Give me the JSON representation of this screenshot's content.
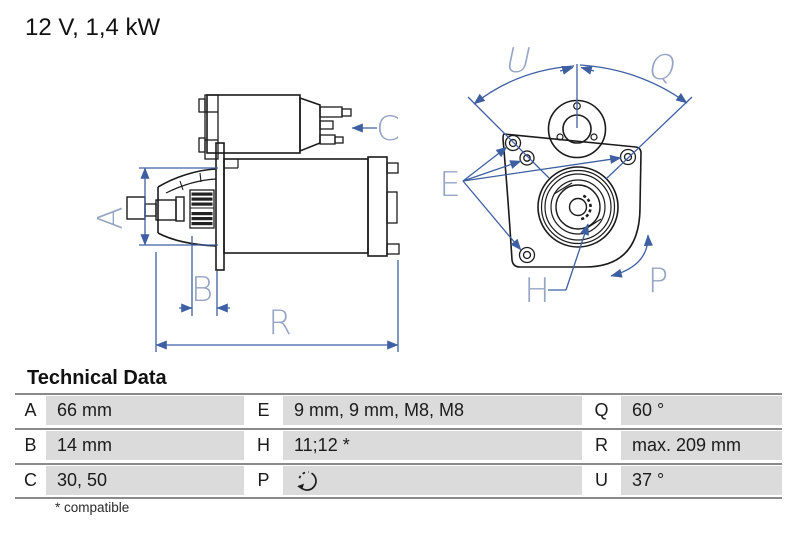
{
  "title": "12 V, 1,4 kW",
  "diagram": {
    "labels": {
      "A": "A",
      "B": "B",
      "C": "C",
      "R": "R",
      "E": "E",
      "H": "H",
      "P": "P",
      "Q": "Q",
      "U": "U"
    },
    "views": [
      "starter-motor-side-view",
      "starter-motor-flange-front-view"
    ]
  },
  "table": {
    "heading": "Technical Data",
    "footnote": "* compatible",
    "rows": [
      {
        "c": [
          {
            "k": "A",
            "v": "66 mm"
          },
          {
            "k": "E",
            "v": "9 mm, 9 mm, M8, M8"
          },
          {
            "k": "Q",
            "v": "60 °"
          }
        ]
      },
      {
        "c": [
          {
            "k": "B",
            "v": "14 mm"
          },
          {
            "k": "H",
            "v": "11;12 *"
          },
          {
            "k": "R",
            "v": "max. 209 mm"
          }
        ]
      },
      {
        "c": [
          {
            "k": "C",
            "v": "30, 50"
          },
          {
            "k": "P",
            "v": "",
            "icon": "rotation-direction"
          },
          {
            "k": "U",
            "v": "37 °"
          }
        ]
      }
    ]
  },
  "colors": {
    "dimension_blue": "#3E5FA2",
    "label_blue": "#96A5C6",
    "table_cell_gray": "#DBDBDB",
    "line_gray": "#8A8A8A",
    "ink": "#1B1B1B"
  }
}
